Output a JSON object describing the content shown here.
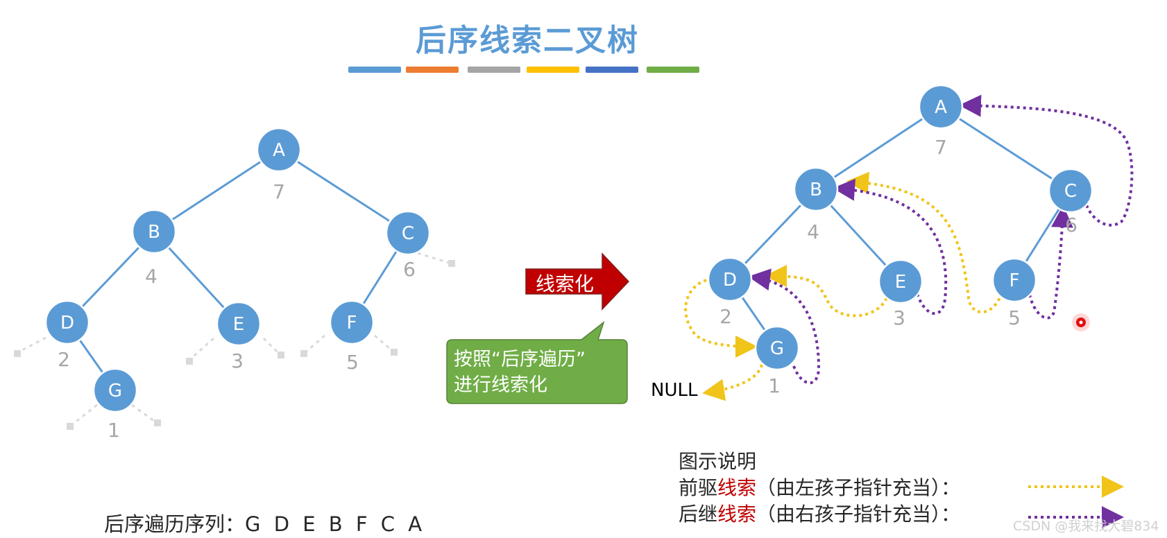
{
  "title": "后序线索二叉树",
  "color_bar": [
    "#5b9bd5",
    "#ed7d31",
    "#a5a5a5",
    "#ffc000",
    "#4472c4",
    "#70ad47"
  ],
  "left_tree": {
    "nodes": [
      {
        "label": "A",
        "order": "7"
      },
      {
        "label": "B",
        "order": "4"
      },
      {
        "label": "C",
        "order": "6"
      },
      {
        "label": "D",
        "order": "2"
      },
      {
        "label": "E",
        "order": "3"
      },
      {
        "label": "F",
        "order": "5"
      },
      {
        "label": "G",
        "order": "1"
      }
    ]
  },
  "right_tree": {
    "nodes": [
      {
        "label": "A",
        "order": "7"
      },
      {
        "label": "B",
        "order": "4"
      },
      {
        "label": "C",
        "order": "6"
      },
      {
        "label": "D",
        "order": "2"
      },
      {
        "label": "E",
        "order": "3"
      },
      {
        "label": "F",
        "order": "5"
      },
      {
        "label": "G",
        "order": "1"
      }
    ],
    "null_label": "NULL"
  },
  "thread_arrow": {
    "label": "线索化",
    "color": "#c00000"
  },
  "callout": {
    "line1": "按照“后序遍历”",
    "line2": "进行线索化",
    "color": "#70ad47"
  },
  "legend": {
    "title": "图示说明",
    "pred_prefix": "前驱",
    "pred_red": "线索",
    "pred_suffix": "（由左孩子指针充当）：",
    "succ_prefix": "后继",
    "succ_red": "线索",
    "succ_suffix": "（由右孩子指针充当）：",
    "pred_color": "#f0c419",
    "succ_color": "#7030a0"
  },
  "sequence": {
    "label": "后序遍历序列：",
    "values": "G D E B F C A"
  },
  "watermark": "CSDN @我来找大碧834"
}
